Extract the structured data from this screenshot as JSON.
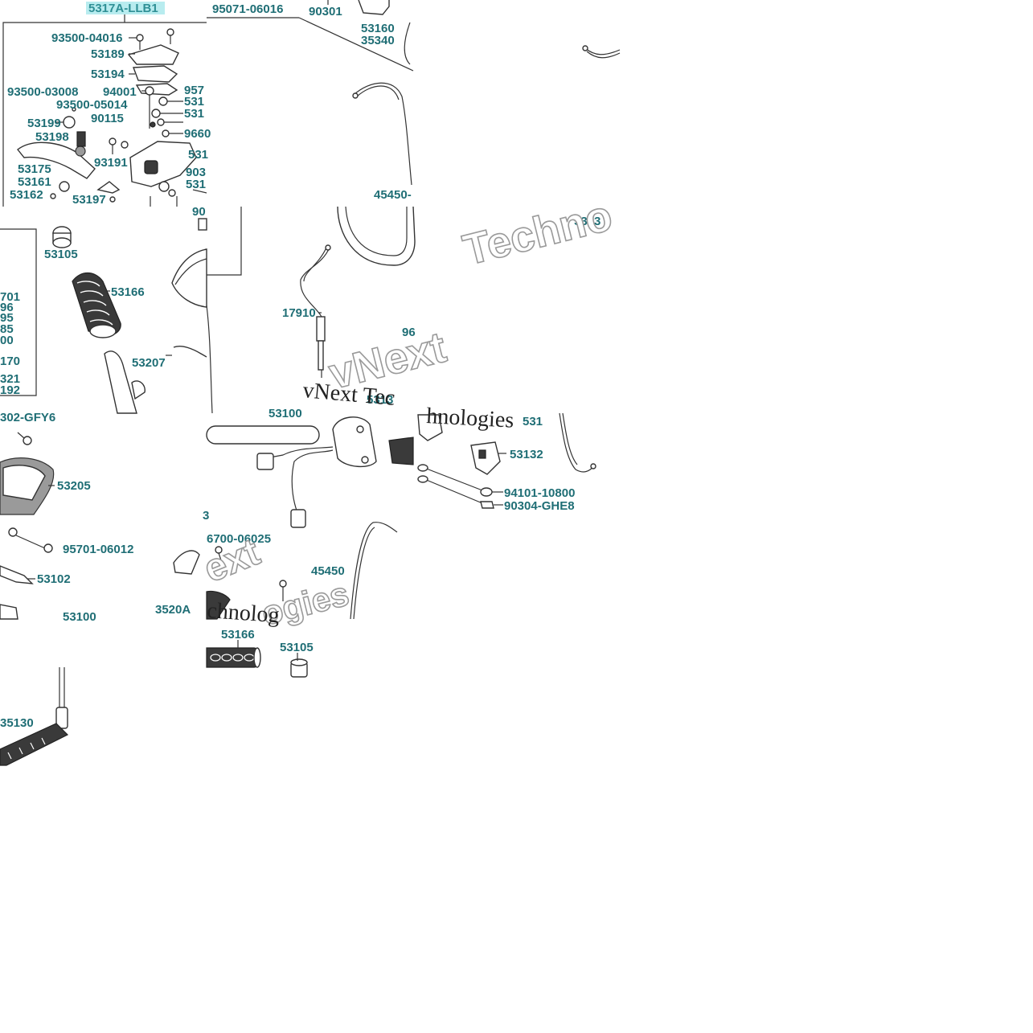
{
  "diagram": {
    "part_labels": [
      "5317A-LLB1",
      "95071-06016",
      "90301",
      "53160",
      "35340",
      "93500-04016",
      "53189",
      "53194",
      "93500-03008",
      "94001",
      "957",
      "93500-05014",
      "531",
      "53199",
      "90115",
      "531",
      "53198",
      "9660",
      "531",
      "53175",
      "93191",
      "903",
      "53161",
      "531",
      "53162",
      "53197",
      "45450-",
      "90",
      "53105",
      "53166",
      "701",
      "96",
      "95",
      "85",
      "00",
      "170",
      "321",
      "192",
      "53207",
      "17910",
      "96",
      "5313",
      "5313",
      "531",
      "53132",
      "302-GFY6",
      "53205",
      "95701-06012",
      "53102",
      "53100",
      "3520A",
      "6700-06025",
      "45450",
      "94101-10800",
      "90304-GHE8",
      "53100",
      "53166",
      "53105",
      "35130",
      "3"
    ],
    "watermarks": {
      "outline_main": "Techno",
      "outline_vnext": "vNext",
      "outline_ext": "ext",
      "outline_ogies": "ogies",
      "serif_line1": "vNext Tec",
      "serif_line2": "hnologies",
      "serif_line3": "chnolog"
    }
  }
}
